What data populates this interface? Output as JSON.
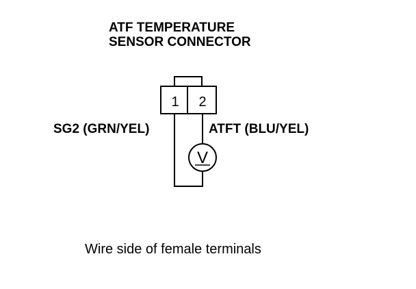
{
  "connector": {
    "title_line1": "ATF TEMPERATURE",
    "title_line2": "SENSOR CONNECTOR",
    "pin_1": "1",
    "pin_2": "2"
  },
  "wires": {
    "left_label": "SG2 (GRN/YEL)",
    "right_label": "ATFT (BLU/YEL)"
  },
  "meter": {
    "symbol": "V",
    "icon": "voltmeter-icon"
  },
  "caption": "Wire side of female terminals"
}
